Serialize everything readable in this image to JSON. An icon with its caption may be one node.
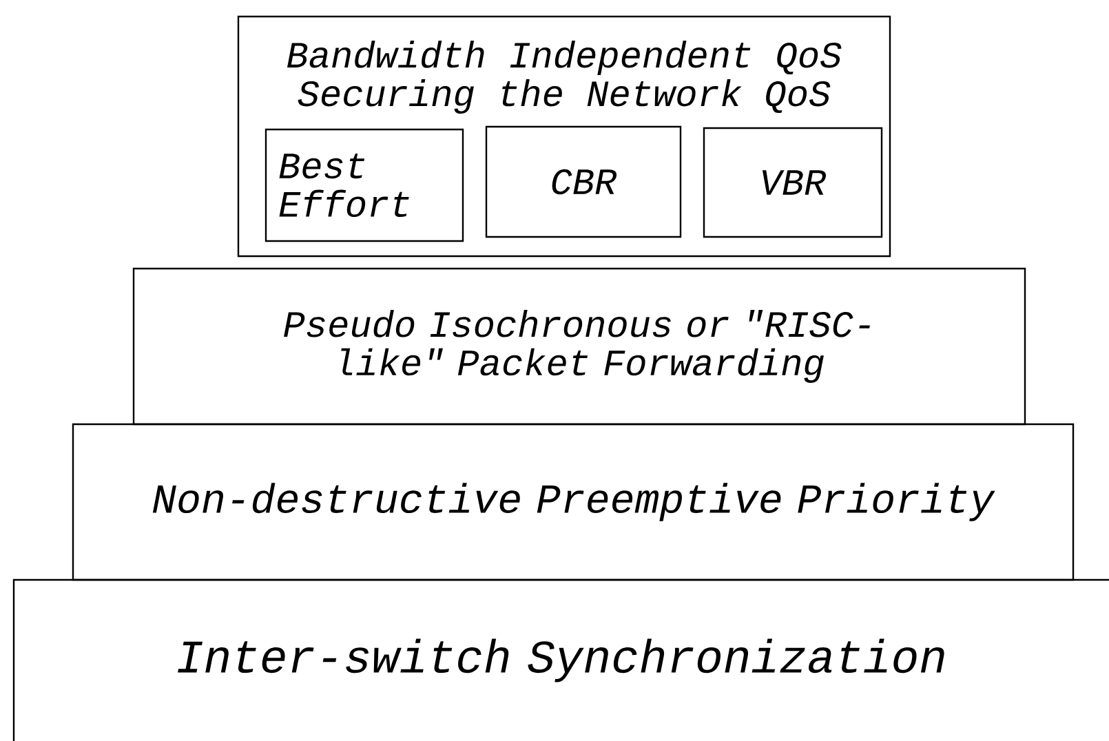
{
  "diagram": {
    "nodes": [
      {
        "text": [
          "Bandwidth Independent QoS",
          "Securing the Network QoS"
        ]
      },
      {
        "text": [
          "Best Effort"
        ],
        "in": 0
      },
      {
        "text": [
          "CBR"
        ],
        "in": 0
      },
      {
        "text": [
          "VBR"
        ],
        "in": 0
      },
      {
        "text": [
          "Pseudo Isochronous or \"RISC-like\" Packet Forwarding"
        ]
      },
      {
        "text": [
          "Non-destructive Preemptive Priority"
        ]
      },
      {
        "text": [
          "Inter-switch Synchronization"
        ]
      }
    ]
  }
}
